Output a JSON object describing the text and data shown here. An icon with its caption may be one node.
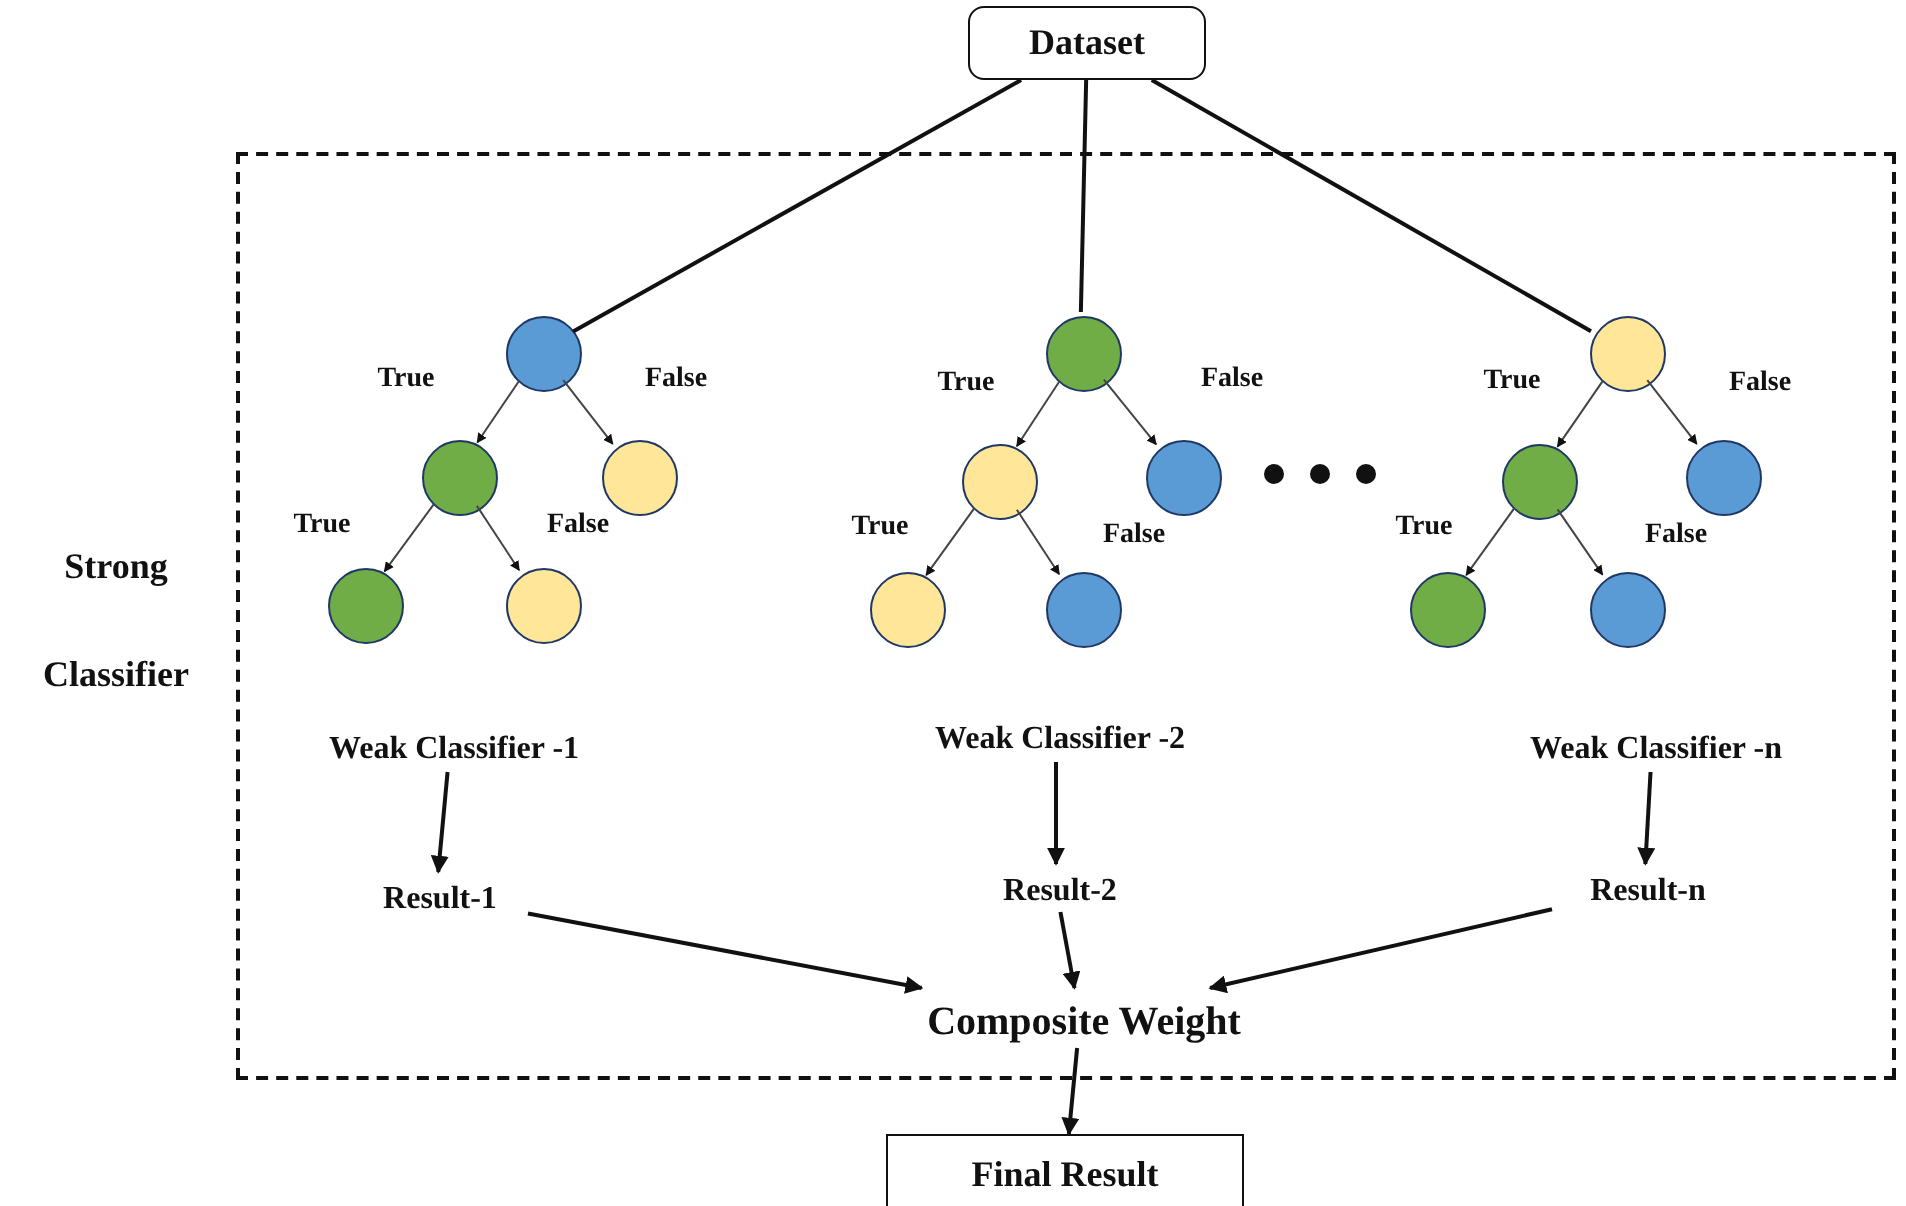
{
  "diagram": {
    "nodes": [
      {
        "text": [
          "Dataset"
        ]
      },
      {
        "text": [
          "Strong Classifier"
        ]
      },
      {
        "text": [],
        "shape": "circle",
        "in": 1
      },
      {
        "text": [],
        "shape": "circle",
        "in": 1
      },
      {
        "text": [],
        "shape": "circle",
        "in": 1
      },
      {
        "text": [],
        "shape": "circle",
        "in": 1
      },
      {
        "text": [],
        "shape": "circle",
        "in": 1
      },
      {
        "text": [],
        "shape": "circle",
        "in": 1
      },
      {
        "text": [],
        "shape": "circle",
        "in": 1
      },
      {
        "text": [],
        "shape": "circle",
        "in": 1
      },
      {
        "text": [],
        "shape": "circle",
        "in": 1
      },
      {
        "text": [],
        "shape": "circle",
        "in": 1
      },
      {
        "text": [],
        "shape": "circle",
        "in": 1
      },
      {
        "text": [],
        "shape": "circle",
        "in": 1
      },
      {
        "text": [],
        "shape": "circle",
        "in": 1
      },
      {
        "text": [],
        "shape": "circle",
        "in": 1
      },
      {
        "text": [],
        "shape": "circle",
        "in": 1
      },
      {
        "text": [
          "Weak Classifier -1"
        ],
        "in": 1
      },
      {
        "text": [
          "Weak Classifier -2"
        ],
        "in": 1
      },
      {
        "text": [
          "Weak Classifier -n"
        ],
        "in": 1
      },
      {
        "text": [
          "Result-1"
        ],
        "in": 1
      },
      {
        "text": [
          "Result-2"
        ],
        "in": 1
      },
      {
        "text": [
          "Result-n"
        ],
        "in": 1
      },
      {
        "text": [
          "Composite Weight"
        ],
        "in": 1
      },
      {
        "text": [
          "Final Result"
        ]
      }
    ],
    "edges": [
      {
        "from": 0,
        "to": 2,
        "arrow": "none"
      },
      {
        "from": 0,
        "to": 7,
        "arrow": "none"
      },
      {
        "from": 0,
        "to": 12,
        "arrow": "none"
      },
      {
        "from": 2,
        "to": 3,
        "arrow": "to",
        "label": "True"
      },
      {
        "from": 2,
        "to": 4,
        "arrow": "to",
        "label": "False"
      },
      {
        "from": 3,
        "to": 5,
        "arrow": "to",
        "label": "True"
      },
      {
        "from": 3,
        "to": 6,
        "arrow": "to",
        "label": "False"
      },
      {
        "from": 7,
        "to": 8,
        "arrow": "to",
        "label": "True"
      },
      {
        "from": 7,
        "to": 9,
        "arrow": "to",
        "label": "False"
      },
      {
        "from": 8,
        "to": 10,
        "arrow": "to",
        "label": "True"
      },
      {
        "from": 8,
        "to": 11,
        "arrow": "to",
        "label": "False"
      },
      {
        "from": 12,
        "to": 13,
        "arrow": "to",
        "label": "True"
      },
      {
        "from": 12,
        "to": 14,
        "arrow": "to",
        "label": "False"
      },
      {
        "from": 13,
        "to": 15,
        "arrow": "to",
        "label": "True"
      },
      {
        "from": 13,
        "to": 16,
        "arrow": "to",
        "label": "False"
      },
      {
        "from": 17,
        "to": 20,
        "arrow": "to"
      },
      {
        "from": 18,
        "to": 21,
        "arrow": "to"
      },
      {
        "from": 19,
        "to": 22,
        "arrow": "to"
      },
      {
        "from": 20,
        "to": 23,
        "arrow": "to"
      },
      {
        "from": 21,
        "to": 23,
        "arrow": "to"
      },
      {
        "from": 22,
        "to": 23,
        "arrow": "to"
      },
      {
        "from": 23,
        "to": 24,
        "arrow": "to"
      }
    ]
  }
}
